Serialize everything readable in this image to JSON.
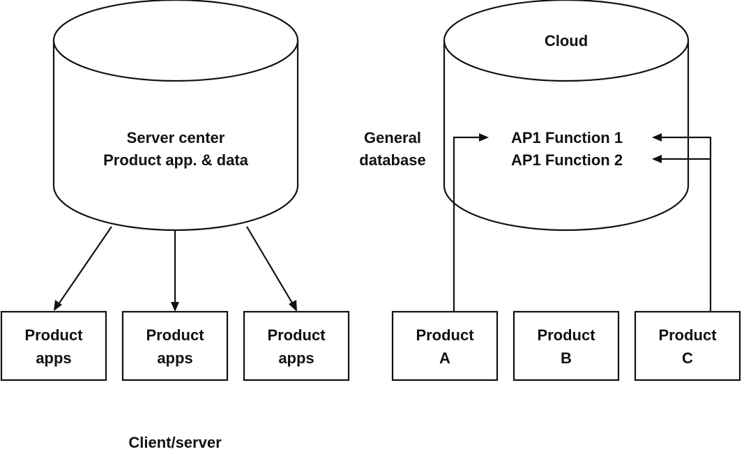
{
  "server": {
    "line1": "Server center",
    "line2": "Product app. & data"
  },
  "client_boxes": [
    {
      "line1": "Product",
      "line2": "apps"
    },
    {
      "line1": "Product",
      "line2": "apps"
    },
    {
      "line1": "Product",
      "line2": "apps"
    }
  ],
  "client_caption": "Client/server",
  "cloud": {
    "title": "Cloud",
    "function1": "AP1 Function 1",
    "function2": "AP1 Function 2"
  },
  "general_db": {
    "line1": "General",
    "line2": "database"
  },
  "product_boxes": [
    {
      "line1": "Product",
      "line2": "A"
    },
    {
      "line1": "Product",
      "line2": "B"
    },
    {
      "line1": "Product",
      "line2": "C"
    }
  ]
}
